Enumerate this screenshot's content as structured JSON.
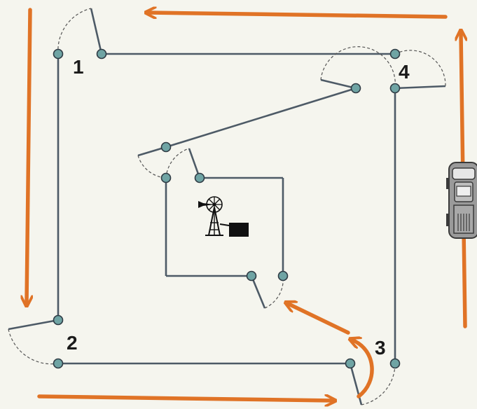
{
  "gates": [
    {
      "id": "gate-1",
      "label": "1"
    },
    {
      "id": "gate-2",
      "label": "2"
    },
    {
      "id": "gate-3",
      "label": "3"
    },
    {
      "id": "gate-4",
      "label": "4"
    }
  ],
  "icons": {
    "windmill": "windmill-icon",
    "water_tank": "water-tank-icon",
    "vehicle": "truck-icon"
  },
  "colors": {
    "background": "#f5f5ee",
    "fence": "#4d5a66",
    "post": "#6fa4a4",
    "arrow": "#e07326",
    "vehicle": "#9a9a9a"
  }
}
